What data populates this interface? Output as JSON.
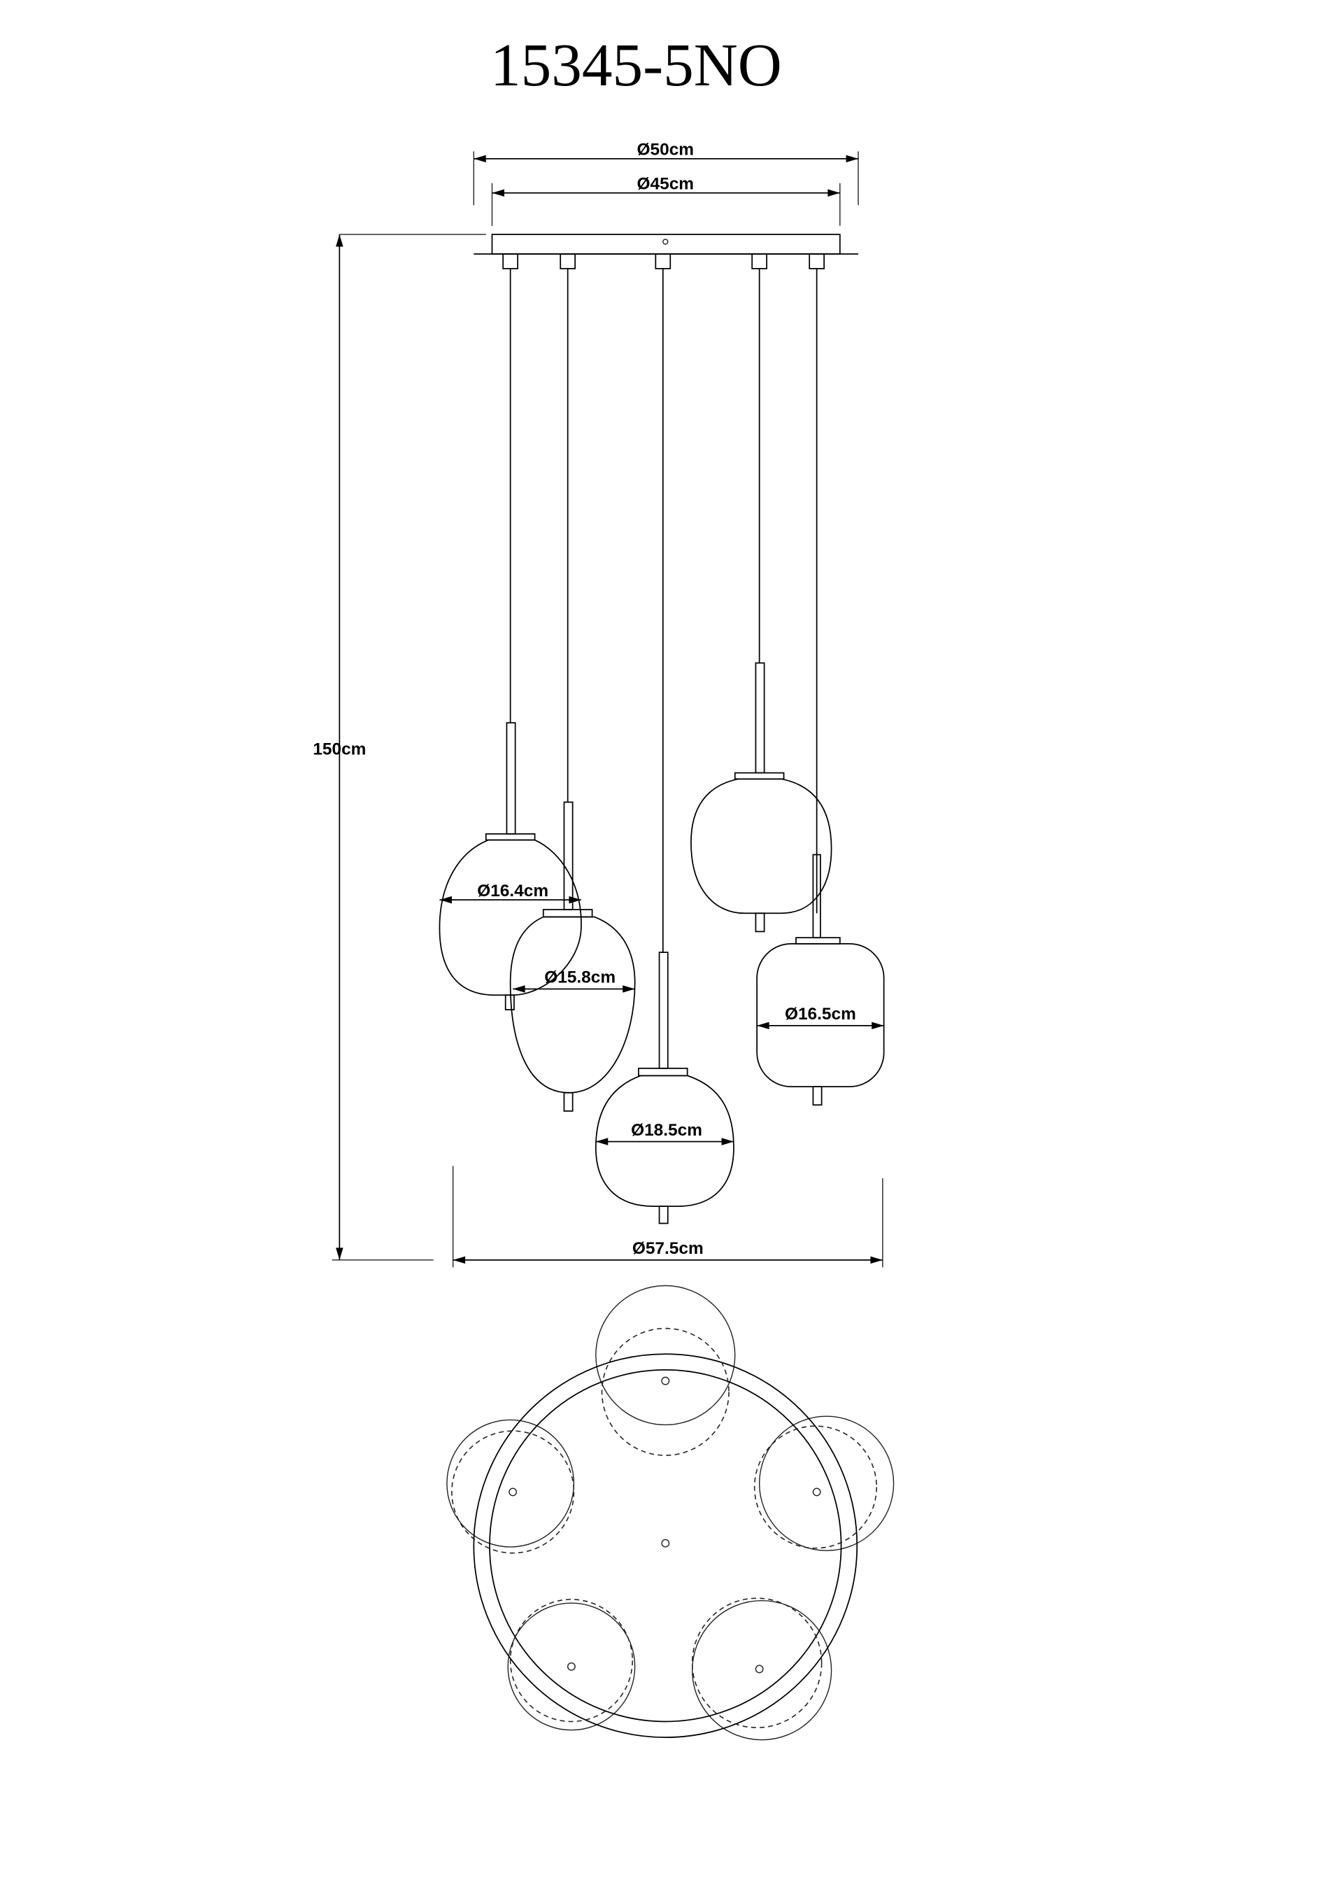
{
  "title": "15345-5NO",
  "dimensions": {
    "canopy_outer": "Ø50cm",
    "canopy_inner": "Ø45cm",
    "height": "150cm",
    "overall_width": "Ø57.5cm",
    "shade_1": "Ø16.4cm",
    "shade_2": "Ø15.8cm",
    "shade_3": "Ø18.5cm",
    "shade_4": "Ø16.5cm"
  }
}
